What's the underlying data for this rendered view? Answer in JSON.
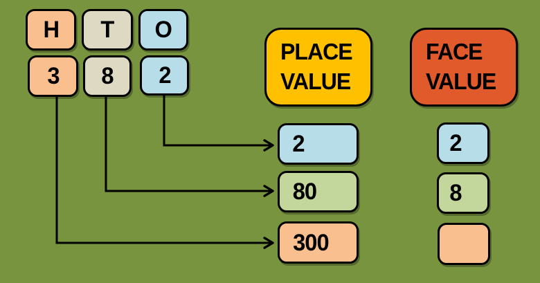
{
  "colors": {
    "background": "#78943F",
    "box_peach": "#FABF8F",
    "box_tan": "#DDD9C3",
    "box_blue": "#B7DEE8",
    "box_green": "#C3D69B",
    "header_gold": "#FFC000",
    "header_orange_red": "#E05A2B",
    "connector": "#000000"
  },
  "diagram": {
    "number_shown": "382",
    "columns": [
      {
        "name": "hundreds",
        "letter": "H",
        "digit": "3"
      },
      {
        "name": "tens",
        "letter": "T",
        "digit": "8"
      },
      {
        "name": "ones",
        "letter": "O",
        "digit": "2"
      }
    ],
    "place_value": {
      "heading_line1": "PLACE",
      "heading_line2": "VALUE",
      "values": [
        "2",
        "80",
        "300"
      ]
    },
    "face_value": {
      "heading_line1": "FACE",
      "heading_line2": "VALUE",
      "values": [
        "2",
        "8",
        ""
      ]
    }
  }
}
